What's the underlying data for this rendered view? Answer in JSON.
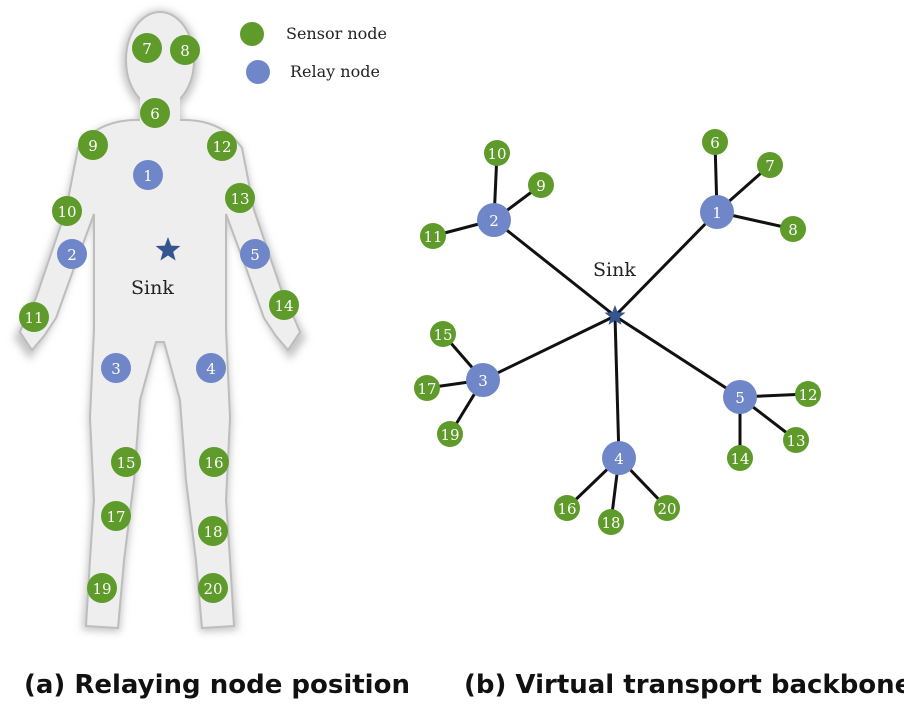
{
  "legend": {
    "sensor_label": "Sensor node",
    "relay_label": "Relay node",
    "sensor_color": "#5e9b2a",
    "relay_color": "#6f86c9"
  },
  "colors": {
    "star": "#34558f",
    "line": "#111111",
    "body_fill": "#efefef",
    "body_stroke": "#b8b8b8"
  },
  "panel_a": {
    "caption": "(a) Relaying node position",
    "sink_label": "Sink",
    "sensor_nodes": [
      "7",
      "8",
      "6",
      "9",
      "12",
      "10",
      "13",
      "11",
      "14",
      "15",
      "16",
      "17",
      "18",
      "19",
      "20"
    ],
    "relay_nodes": [
      "1",
      "2",
      "5",
      "3",
      "4"
    ]
  },
  "panel_b": {
    "caption": "(b) Virtual transport backbone",
    "sink_label": "Sink",
    "groups": [
      {
        "relay": "1",
        "sensors": [
          "6",
          "7",
          "8"
        ]
      },
      {
        "relay": "2",
        "sensors": [
          "10",
          "9",
          "11"
        ]
      },
      {
        "relay": "3",
        "sensors": [
          "15",
          "17",
          "19"
        ]
      },
      {
        "relay": "4",
        "sensors": [
          "16",
          "18",
          "20"
        ]
      },
      {
        "relay": "5",
        "sensors": [
          "12",
          "13",
          "14"
        ]
      }
    ]
  }
}
